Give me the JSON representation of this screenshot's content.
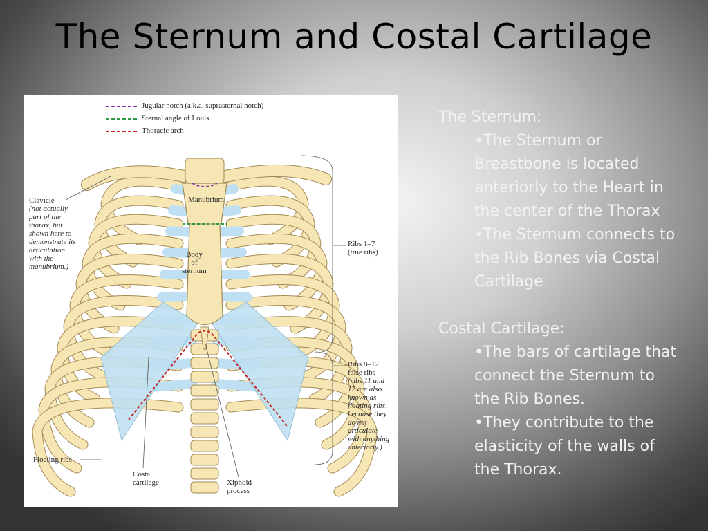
{
  "slide": {
    "title": "The Sternum and Costal Cartilage"
  },
  "figure": {
    "legend": [
      {
        "label": "Jugular notch (a.k.a. suprasternal notch)",
        "color": "#8b3fa8"
      },
      {
        "label": "Sternal angle of Louis",
        "color": "#2e9a44"
      },
      {
        "label": "Thoracic arch",
        "color": "#c22222"
      }
    ],
    "labels": {
      "manubrium": "Manubrium",
      "body_line1": "Body",
      "body_line2": "of",
      "body_line3": "sternum",
      "clavicle_title": "Clavicle",
      "clavicle_note": [
        "(not actually",
        "part of the",
        "thorax, but",
        "shown here to",
        "demonstrate its",
        "articulation",
        "with the",
        "manubrium.)"
      ],
      "ribs_true_title": "Ribs 1–7",
      "ribs_true_note": "(true ribs)",
      "ribs_false_title": [
        "Ribs 8–12:",
        "false ribs"
      ],
      "ribs_false_note": [
        "(ribs 11 and",
        "12 are also",
        "known as",
        "floating ribs,",
        "because they",
        "do not",
        "articulate",
        "with anything",
        "anteriorly.)"
      ],
      "floating_ribs": "Floating ribs",
      "costal_cartilage": [
        "Costal",
        "cartilage"
      ],
      "xiphoid_process": [
        "Xiphoid",
        "process"
      ]
    },
    "colors": {
      "bone": "#f6e6b4",
      "bone_outline": "#a38a55",
      "cartilage": "#bfe0f2"
    }
  },
  "panel": {
    "sternum_heading": "The Sternum:",
    "sternum_bullets": [
      [
        "•The Sternum or",
        "Breastbone is located",
        "anteriorly to the Heart in",
        "the center of the Thorax"
      ],
      [
        "•The Sternum connects to",
        "the Rib Bones via Costal",
        "Cartilage"
      ]
    ],
    "cartilage_heading": "Costal Cartilage:",
    "cartilage_bullets": [
      [
        "•The bars of cartilage that",
        "connect the Sternum to",
        "the Rib Bones."
      ],
      [
        "•They contribute to the",
        "elasticity of the walls of",
        "the Thorax."
      ]
    ]
  }
}
